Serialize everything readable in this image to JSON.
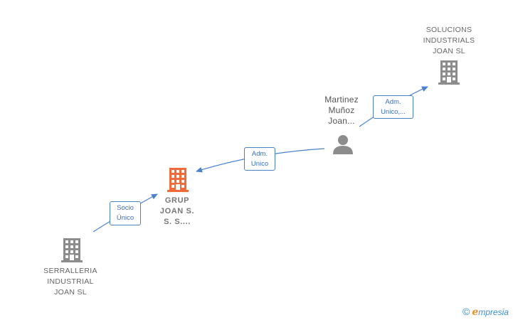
{
  "colors": {
    "arrow": "#4a82d0",
    "building_gray": "#8c8c8c",
    "building_main": "#f26a3a",
    "person": "#8c8c8c",
    "edge_border": "#4a7fc9",
    "edge_text": "#3a6fbf"
  },
  "nodes": {
    "serralleria": {
      "label": [
        "SERRALLERIA",
        "INDUSTRIAL",
        "JOAN  SL"
      ],
      "icon": "building-icon"
    },
    "grup": {
      "label": [
        "GRUP",
        "JOAN S.",
        "S. S...."
      ],
      "icon": "building-icon"
    },
    "martinez": {
      "label": [
        "Martinez",
        "Muñoz",
        "Joan..."
      ],
      "icon": "person-icon"
    },
    "solucions": {
      "label": [
        "SOLUCIONS",
        "INDUSTRIALS",
        "JOAN  SL"
      ],
      "icon": "building-icon"
    }
  },
  "edges": {
    "socio": {
      "label": [
        "Socio",
        "Único"
      ]
    },
    "adm_unico": {
      "label": [
        "Adm.",
        "Unico"
      ]
    },
    "adm_unico_trunc": {
      "label": [
        "Adm.",
        "Unico,..."
      ]
    }
  },
  "brand": {
    "copyright": "©",
    "e": "e",
    "name": "mpresia"
  }
}
